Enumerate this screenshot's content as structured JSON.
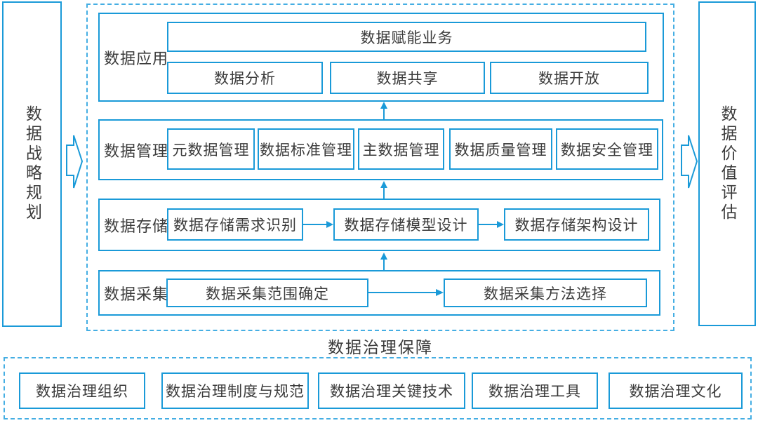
{
  "colors": {
    "box_border": "#1a9ad8",
    "dashed_border": "#45aee3",
    "text": "#3b3b3b"
  },
  "left_panel": {
    "label": "数据战略规划"
  },
  "right_panel": {
    "label": "数据价值评估"
  },
  "main": {
    "rows": [
      {
        "label": "数据应用",
        "wide_box": "数据赋能业务",
        "boxes": [
          "数据分析",
          "数据共享",
          "数据开放"
        ]
      },
      {
        "label": "数据管理",
        "boxes": [
          "元数据管理",
          "数据标准管理",
          "主数据管理",
          "数据质量管理",
          "数据安全管理"
        ]
      },
      {
        "label": "数据存储",
        "boxes": [
          "数据存储需求识别",
          "数据存储模型设计",
          "数据存储架构设计"
        ]
      },
      {
        "label": "数据采集",
        "boxes": [
          "数据采集范围确定",
          "数据采集方法选择"
        ]
      }
    ]
  },
  "support": {
    "label": "数据治理保障",
    "boxes": [
      "数据治理组织",
      "数据治理制度与规范",
      "数据治理关键技术",
      "数据治理工具",
      "数据治理文化"
    ]
  }
}
